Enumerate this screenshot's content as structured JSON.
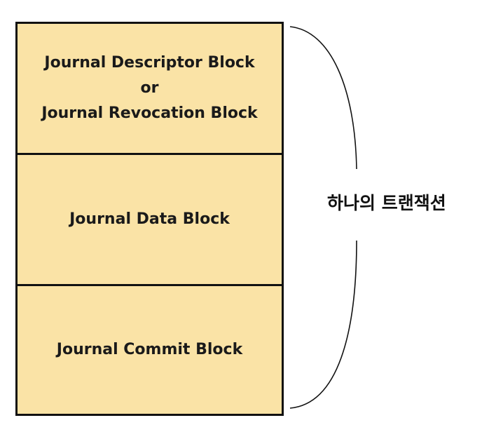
{
  "blocks": [
    {
      "lines": [
        "Journal Descriptor Block",
        "or",
        "Journal Revocation Block"
      ]
    },
    {
      "lines": [
        "Journal Data Block"
      ]
    },
    {
      "lines": [
        "Journal Commit Block"
      ]
    }
  ],
  "brace_label": "하나의 트랜잭션",
  "colors": {
    "block_fill": "#fae3a6",
    "border": "#111111"
  }
}
